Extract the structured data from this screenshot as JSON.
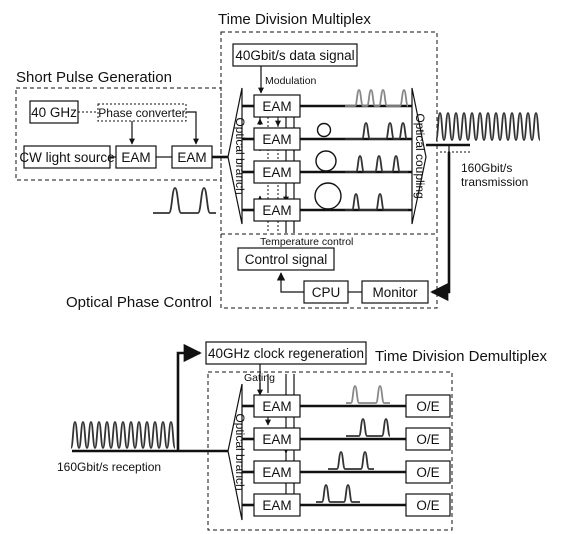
{
  "titles": {
    "time_division_multiplex": "Time Division Multiplex",
    "short_pulse_generation": "Short Pulse Generation",
    "optical_phase_control": "Optical Phase Control",
    "time_division_demultiplex": "Time Division Demultiplex"
  },
  "tx": {
    "data_signal": "40Gbit/s data signal",
    "modulation": "Modulation",
    "source_40ghz": "40 GHz",
    "phase_converter": "Phase converter",
    "cw_light_source": "CW light source",
    "eam": "EAM",
    "optical_branch": "Optical branch",
    "optical_coupling": "Optical coupling",
    "transmission": [
      "160Gbit/s",
      "transmission"
    ],
    "temperature_control": "Temperature control",
    "control_signal": "Control signal",
    "cpu": "CPU",
    "monitor": "Monitor"
  },
  "rx": {
    "clock_regeneration": "40GHz clock regeneration",
    "gating": "Gating",
    "eam": "EAM",
    "optical_branch": "Optical branch",
    "oe": "O/E",
    "reception": "160Gbit/s reception"
  },
  "colors": {
    "line": "#111111",
    "pulse_dark": "#333333",
    "pulse_gray": "#888888"
  }
}
